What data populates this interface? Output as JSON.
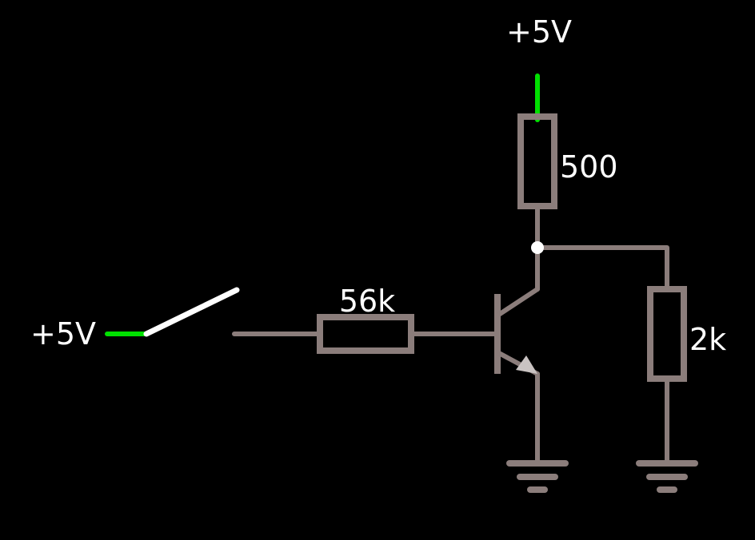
{
  "colors": {
    "background": "#000000",
    "wire": "#8b7d7b",
    "live": "#00e000",
    "switch_blade": "#ffffff",
    "junction": "#ffffff",
    "text": "#ffffff"
  },
  "labels": {
    "vcc_top": "+5V",
    "vcc_left": "+5V",
    "r_collector": "500",
    "r_base": "56k",
    "r_load": "2k"
  },
  "components": {
    "switch": "open",
    "transistor": "npn"
  }
}
